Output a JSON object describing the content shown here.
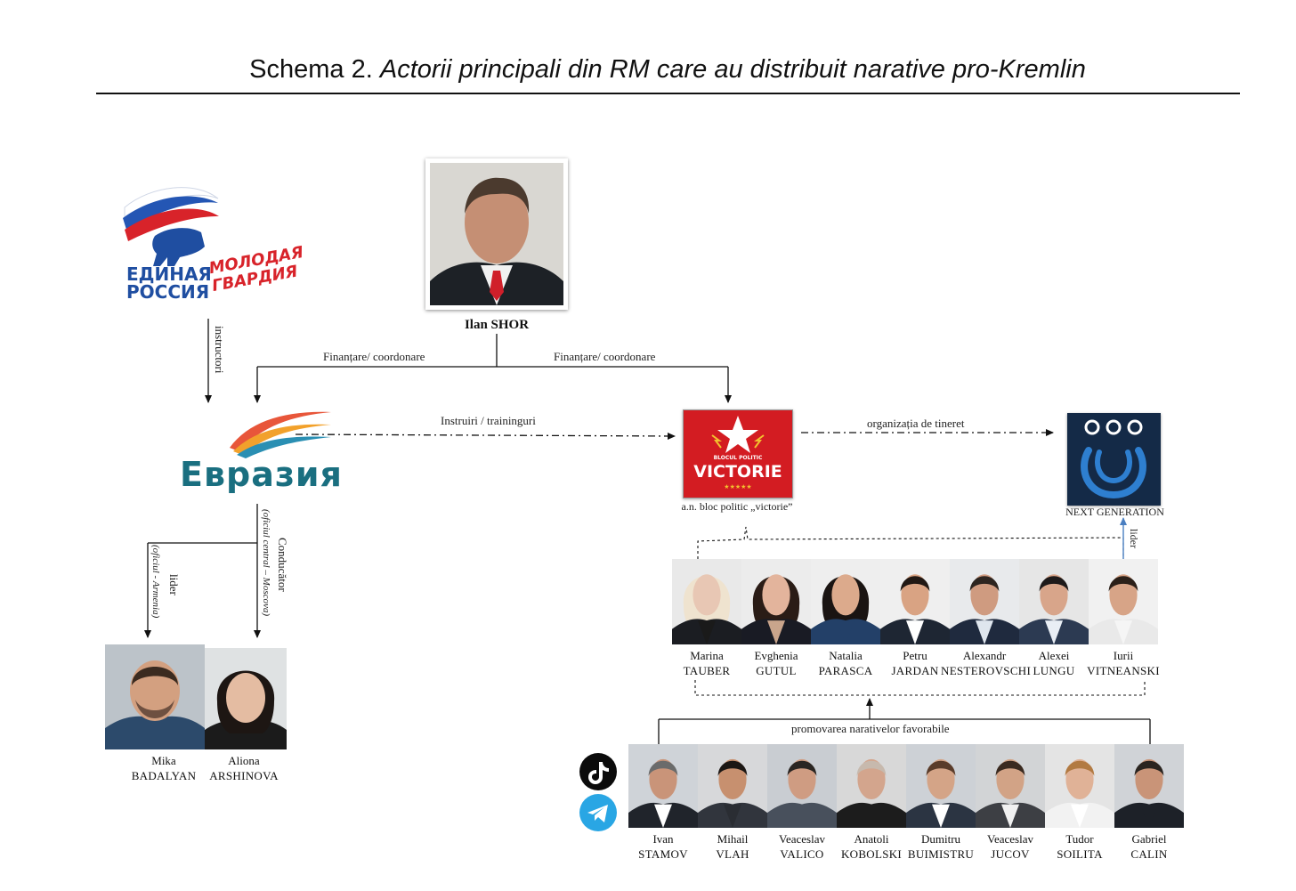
{
  "title": {
    "lead": "Schema 2.",
    "italic": "Actorii principali din RM care au distribuit narative pro-Kremlin"
  },
  "logos": {
    "er_line1": "ЕДИНАЯ",
    "er_line2": "РОССИЯ",
    "mg_line1": "МОЛОДАЯ",
    "mg_line2": "ГВАРДИЯ",
    "eurasia": "Евразия",
    "victorie_top": "BLOCUL POLITIC",
    "victorie_main": "VICTORIE",
    "victorie_stars": "★★★★★",
    "victorie_caption": "a.n. bloc politic „victorie”",
    "ng_caption": "NEXT GENERATION"
  },
  "shor": {
    "name": "Ilan SHOR"
  },
  "edges": {
    "instructori": "instructori",
    "finantare_left": "Finanțare/ coordonare",
    "finantare_right": "Finanțare/ coordonare",
    "instruiri": "Instruiri / traininguri",
    "tineret": "organizația de tineret",
    "lider_ng": "lider",
    "lider_armenia": "lider",
    "lider_armenia_sub": "(oficiul - Armenia)",
    "conducator": "Conducător",
    "conducator_sub": "(oficiul central – Moscova)",
    "promovarea": "promovarea narativelor favorabile"
  },
  "eurasia_people": [
    {
      "first": "Mika",
      "last": "BADALYAN"
    },
    {
      "first": "Aliona",
      "last": "ARSHINOVA"
    }
  ],
  "victorie_people": [
    {
      "first": "Marina",
      "last": "TAUBER"
    },
    {
      "first": "Evghenia",
      "last": "GUTUL"
    },
    {
      "first": "Natalia",
      "last": "PARASCA"
    },
    {
      "first": "Petru",
      "last": "JARDAN"
    },
    {
      "first": "Alexandr",
      "last": "NESTEROVSCHI"
    },
    {
      "first": "Alexei",
      "last": "LUNGU"
    },
    {
      "first": "Iurii",
      "last": "VITNEANSKI"
    }
  ],
  "influencers": [
    {
      "first": "Ivan",
      "last": "STAMOV"
    },
    {
      "first": "Mihail",
      "last": "VLAH"
    },
    {
      "first": "Veaceslav",
      "last": "VALICO"
    },
    {
      "first": "Anatoli",
      "last": "KOBOLSKI"
    },
    {
      "first": "Dumitru",
      "last": "BUIMISTRU"
    },
    {
      "first": "Veaceslav",
      "last": "JUCOV"
    },
    {
      "first": "Tudor",
      "last": "SOILITA"
    },
    {
      "first": "Gabriel",
      "last": "CALIN"
    }
  ],
  "icons": [
    "tiktok-icon",
    "telegram-icon"
  ],
  "colors": {
    "victorie_red": "#d31c22",
    "ng_navy": "#142a47",
    "ng_blue": "#2e7fd0",
    "er_blue": "#1f4ea1",
    "er_red": "#d8232a",
    "eurasia_teal": "#1a6f80"
  }
}
